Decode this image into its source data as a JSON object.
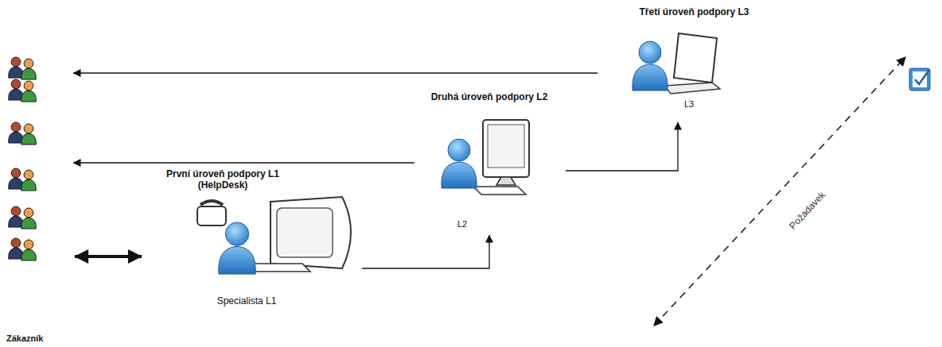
{
  "diagram": {
    "nodes": [
      {
        "text": [
          "Zákazník"
        ]
      },
      {
        "text": [
          "První úroveň podpory L1 (HelpDesk)",
          "Specialista L1"
        ]
      },
      {
        "text": [
          "Druhá úroveň podpory L2",
          "L2"
        ]
      },
      {
        "text": [
          "Třetí úroveň podpory L3",
          "L3"
        ]
      }
    ],
    "edges": [
      {
        "from": 0,
        "to": 1,
        "arrow": "both"
      },
      {
        "from": 1,
        "to": 2,
        "arrow": "to"
      },
      {
        "from": 2,
        "to": 3,
        "arrow": "to"
      },
      {
        "from": 2,
        "to": 0,
        "arrow": "to"
      },
      {
        "from": 3,
        "to": 0,
        "arrow": "to"
      }
    ],
    "labels": [
      "Požadavek"
    ]
  }
}
